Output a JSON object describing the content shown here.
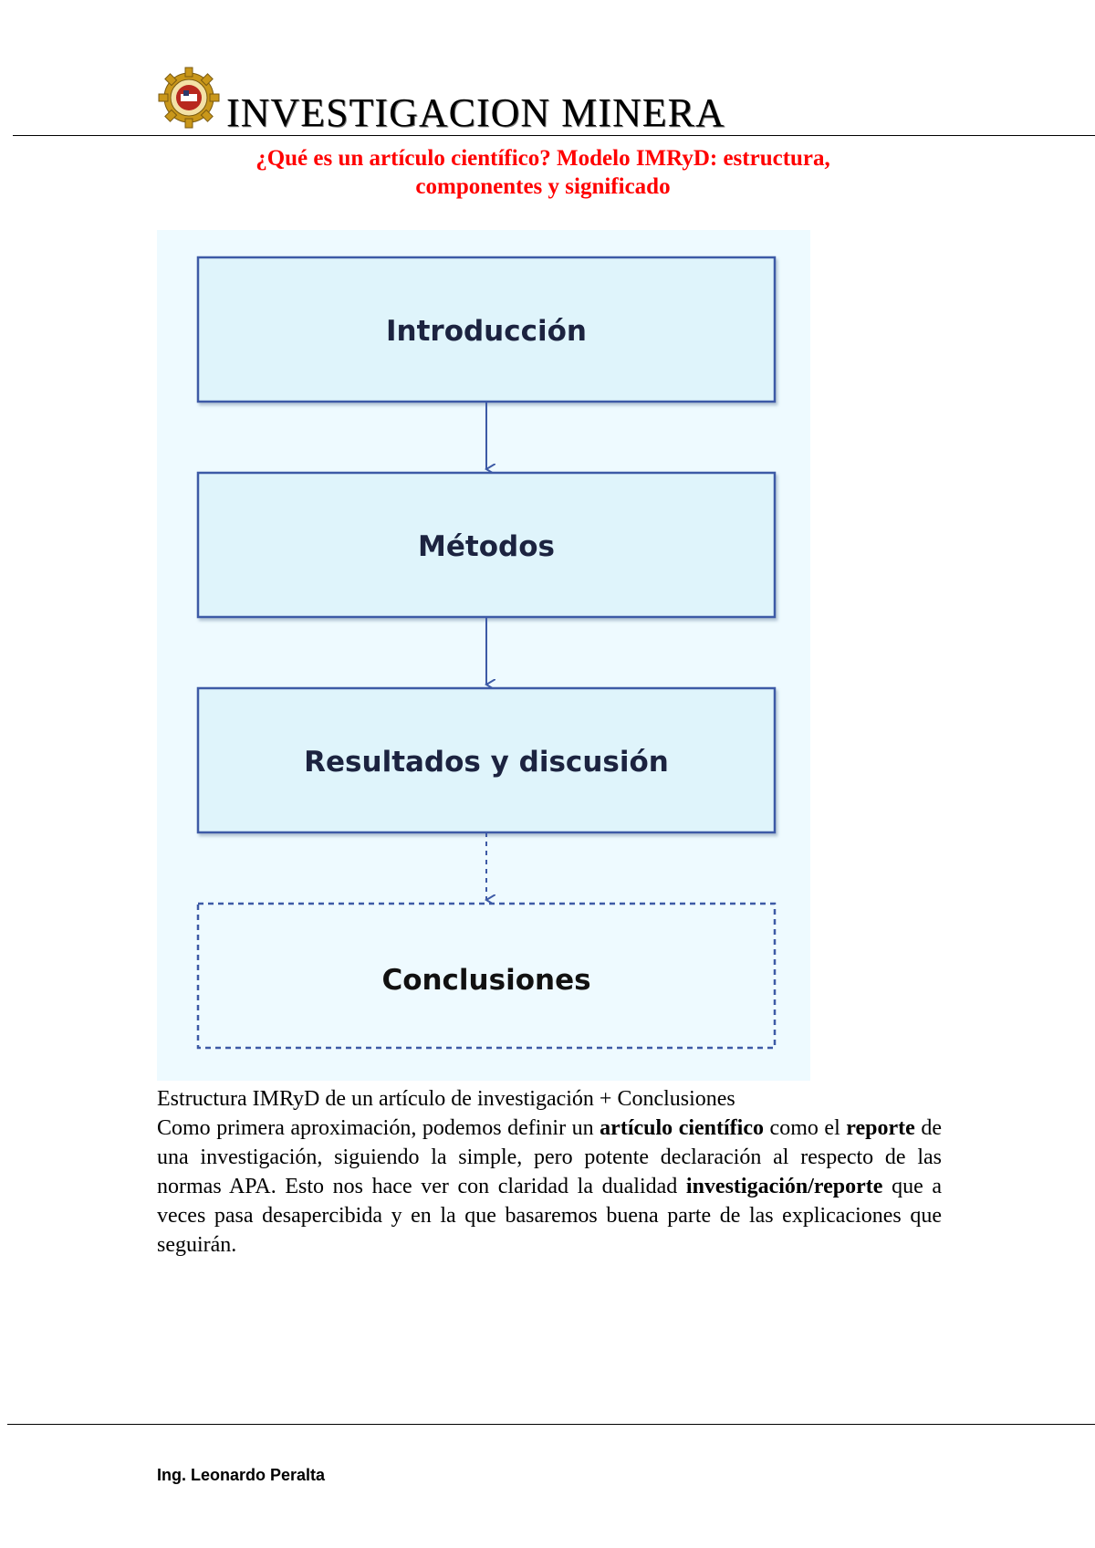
{
  "header": {
    "title": "INVESTIGACION MINERA",
    "logo_icon": "mining-gear-emblem-icon"
  },
  "document": {
    "title_line1": "¿Qué es un artículo científico? Modelo IMRyD: estructura,",
    "title_line2": "componentes y significado",
    "title_color": "#ff0000"
  },
  "diagram": {
    "background": "#eefaff",
    "box_fill": "#dff4fb",
    "box_border": "#3d5aa6",
    "boxes": [
      {
        "label": "Introducción",
        "style": "solid"
      },
      {
        "label": "Métodos",
        "style": "solid"
      },
      {
        "label": "Resultados y discusión",
        "style": "solid"
      },
      {
        "label": "Conclusiones",
        "style": "dashed"
      }
    ]
  },
  "body": {
    "caption": "Estructura IMRyD de un artículo de investigación + Conclusiones",
    "p1": "Como primera aproximación, podemos definir un ",
    "b1": "artículo científico",
    "p2": " como el ",
    "b2": "reporte",
    "p3": " de una investigación, siguiendo la simple, pero potente declaración al respecto de las normas APA. Esto nos hace ver con claridad la dualidad ",
    "b3": "investigación/reporte",
    "p4": " que a veces pasa desapercibida y en la que basaremos buena parte de las explicaciones que seguirán."
  },
  "footer": {
    "author": "Ing. Leonardo Peralta"
  }
}
